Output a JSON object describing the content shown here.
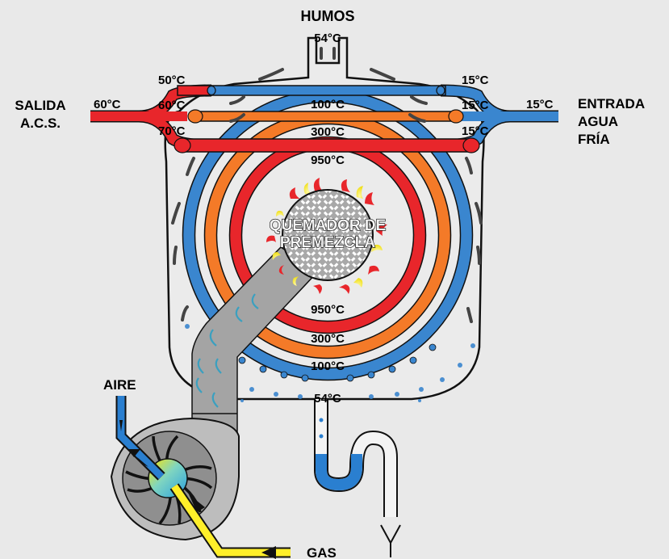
{
  "labels": {
    "humos": "HUMOS",
    "salida_line1": "SALIDA",
    "salida_line2": "A.C.S.",
    "entrada_line1": "ENTRADA",
    "entrada_line2": "AGUA",
    "entrada_line3": "FRÍA",
    "aire": "AIRE",
    "gas": "GAS",
    "burner_line1": "QUEMADOR DE",
    "burner_line2": "PREMEZCLA"
  },
  "temperatures": {
    "flue_top": "54°C",
    "outlet": "60°C",
    "outer_left": "50°C",
    "middle_left": "60°C",
    "inner_left": "70°C",
    "middle_top": "100°C",
    "inner_top": "300°C",
    "core_top": "950°C",
    "outer_right": "15°C",
    "middle_right": "15°C",
    "inner_right": "15°C",
    "inlet": "15°C",
    "core_bottom": "950°C",
    "inner_bottom": "300°C",
    "middle_bottom": "100°C",
    "condensate": "54°C"
  },
  "colors": {
    "hot": "#e8262b",
    "warm": "#f47a28",
    "cold": "#3a86cf",
    "duct": "#a4a4a4",
    "gas": "#ffef2a",
    "background": "#e9e9e9"
  }
}
